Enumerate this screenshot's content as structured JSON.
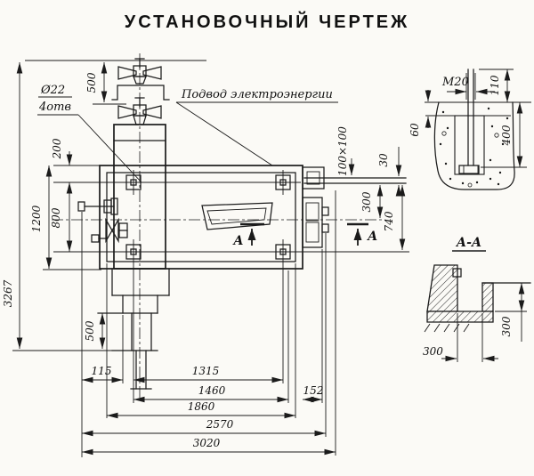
{
  "title": "УСТАНОВОЧНЫЙ ЧЕРТЕЖ",
  "main_view": {
    "labels": {
      "holes_diameter": "Ø22",
      "holes_count": "4отв",
      "power_supply": "Подвод электроэнергии",
      "channel_size": "100×100",
      "section_arrow_left": "А",
      "section_arrow_right": "А"
    },
    "dims": {
      "overall_height": "3267",
      "travel_top": "500",
      "edge_to_hole": "200",
      "bed_width": "1200",
      "holes_spacing_v": "800",
      "pit_lower": "500",
      "d115": "115",
      "holes_spacing_h": "1315",
      "d1460": "1460",
      "d152": "152",
      "d1860": "1860",
      "d2570": "2570",
      "overall_length": "3020",
      "channel_depth": "30",
      "channel_to_axis": "300",
      "d740": "740"
    }
  },
  "bolt_detail": {
    "thread": "М20",
    "protrusion": "110",
    "top_gap": "60",
    "embed_depth": "400"
  },
  "section_detail": {
    "title": "А-А",
    "width": "300",
    "depth": "300"
  }
}
